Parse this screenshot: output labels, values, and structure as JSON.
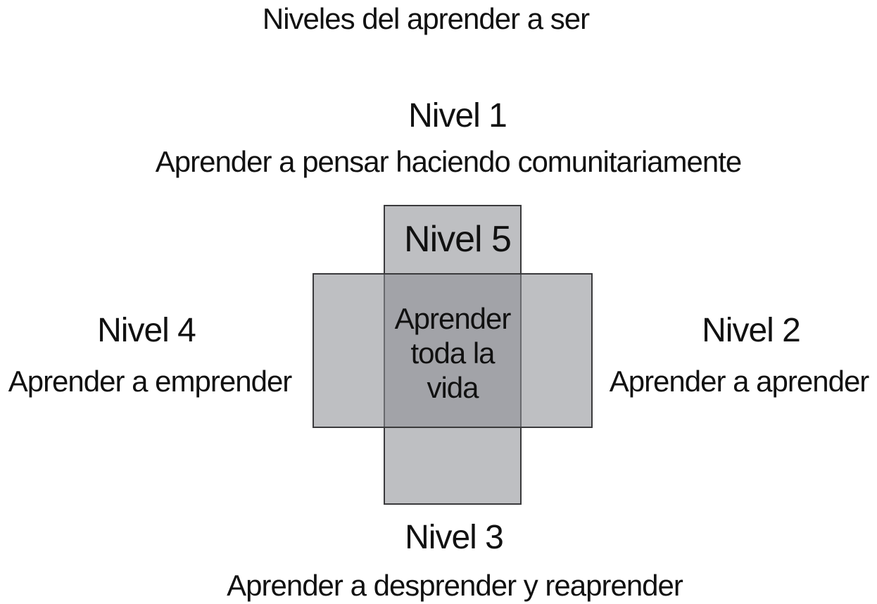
{
  "title": "Niveles del aprender a ser",
  "levels": {
    "nivel1": {
      "label": "Nivel 1",
      "description": "Aprender a pensar haciendo comunitariamente",
      "position": "top"
    },
    "nivel2": {
      "label": "Nivel 2",
      "description": "Aprender a aprender",
      "position": "right"
    },
    "nivel3": {
      "label": "Nivel 3",
      "description": "Aprender a desprender y reaprender",
      "position": "bottom"
    },
    "nivel4": {
      "label": "Nivel 4",
      "description": "Aprender a emprender",
      "position": "left"
    },
    "nivel5": {
      "label": "Nivel 5",
      "description_lines": [
        "Aprender",
        "toda la",
        "vida"
      ],
      "position": "center"
    }
  },
  "colors": {
    "background": "#ffffff",
    "rect_fill_light": "#bec0c2",
    "rect_fill_overlap": "#a2a3a7",
    "rect_border": "#3a3a3c",
    "text": "#111111"
  }
}
